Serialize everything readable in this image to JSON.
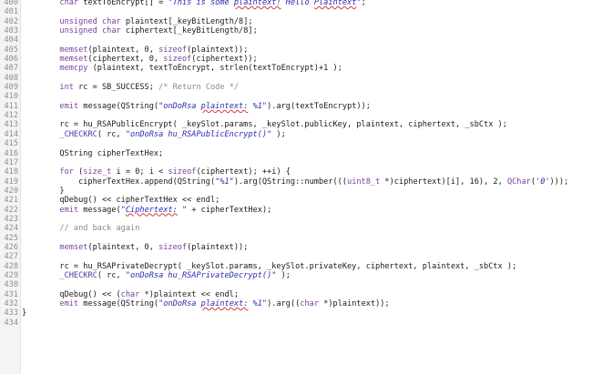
{
  "editor": {
    "first_line": 400,
    "lines": [
      {
        "n": "400",
        "t": "        char textToEncrypt[] = \"This is some plaintext! Hello Plaintext\";"
      },
      {
        "n": "401",
        "t": ""
      },
      {
        "n": "402",
        "t": "        unsigned char plaintext[_keyBitLength/8];"
      },
      {
        "n": "403",
        "t": "        unsigned char ciphertext[_keyBitLength/8];"
      },
      {
        "n": "404",
        "t": ""
      },
      {
        "n": "405",
        "t": "        memset(plaintext, 0, sizeof(plaintext));"
      },
      {
        "n": "406",
        "t": "        memset(ciphertext, 0, sizeof(ciphertext));"
      },
      {
        "n": "407",
        "t": "        memcpy (plaintext, textToEncrypt, strlen(textToEncrypt)+1 );"
      },
      {
        "n": "408",
        "t": ""
      },
      {
        "n": "409",
        "t": "        int rc = SB_SUCCESS; /* Return Code */"
      },
      {
        "n": "410",
        "t": ""
      },
      {
        "n": "411",
        "t": "        emit message(QString(\"onDoRsa plaintext: %1\").arg(textToEncrypt));"
      },
      {
        "n": "412",
        "t": ""
      },
      {
        "n": "413",
        "t": "        rc = hu_RSAPublicEncrypt( _keySlot.params, _keySlot.publicKey, plaintext, ciphertext, _sbCtx );"
      },
      {
        "n": "414",
        "t": "        _CHECKRC( rc, \"onDoRsa hu_RSAPublicEncrypt()\" );"
      },
      {
        "n": "415",
        "t": ""
      },
      {
        "n": "416",
        "t": "        QString cipherTextHex;"
      },
      {
        "n": "417",
        "t": ""
      },
      {
        "n": "418",
        "t": "        for (size_t i = 0; i < sizeof(ciphertext); ++i) {"
      },
      {
        "n": "419",
        "t": "            cipherTextHex.append(QString(\"%1\").arg(QString::number(((uint8_t *)ciphertext)[i], 16), 2, QChar('0')));"
      },
      {
        "n": "420",
        "t": "        }"
      },
      {
        "n": "421",
        "t": "        qDebug() << cipherTextHex << endl;"
      },
      {
        "n": "422",
        "t": "        emit message(\"Ciphertext: \" + cipherTextHex);"
      },
      {
        "n": "423",
        "t": ""
      },
      {
        "n": "424",
        "t": "        // and back again"
      },
      {
        "n": "425",
        "t": ""
      },
      {
        "n": "426",
        "t": "        memset(plaintext, 0, sizeof(plaintext));"
      },
      {
        "n": "427",
        "t": ""
      },
      {
        "n": "428",
        "t": "        rc = hu_RSAPrivateDecrypt( _keySlot.params, _keySlot.privateKey, ciphertext, plaintext, _sbCtx );"
      },
      {
        "n": "429",
        "t": "        _CHECKRC( rc, \"onDoRsa hu_RSAPrivateDecrypt()\" );"
      },
      {
        "n": "430",
        "t": ""
      },
      {
        "n": "431",
        "t": "        qDebug() << (char *)plaintext << endl;"
      },
      {
        "n": "432",
        "t": "        emit message(QString(\"onDoRsa plaintext: %1\").arg((char *)plaintext));"
      },
      {
        "n": "433",
        "t": "}"
      },
      {
        "n": "434",
        "t": ""
      }
    ]
  },
  "colors": {
    "keyword": "#7a3e9d",
    "string": "#2b2bb0",
    "comment": "#8a8a8a",
    "line_number": "#8e8e8e",
    "spell_squiggle": "#d63a3a"
  }
}
